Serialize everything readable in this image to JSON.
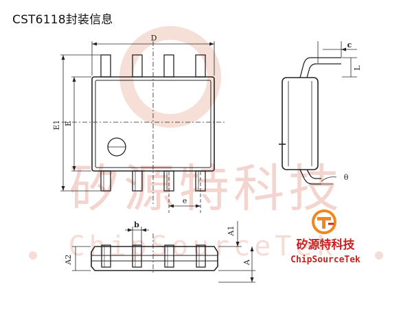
{
  "title": "CST6118封装信息",
  "watermark": {
    "cn": "矽源特科技",
    "en": "ChipSourceTek"
  },
  "logo": {
    "cn": "矽源特科技",
    "en": "ChipSourceTek"
  },
  "dimensions": {
    "D": "D",
    "E": "E",
    "E1": "E1",
    "e": "e",
    "b": "b",
    "A": "A",
    "A1": "A1",
    "A2": "A2",
    "c": "c",
    "L": "L",
    "theta": "θ"
  },
  "colors": {
    "line": "#222222",
    "watermark": "#f3d2cc",
    "logo_orange": "#f0861e",
    "logo_red": "#cc1f1f"
  }
}
